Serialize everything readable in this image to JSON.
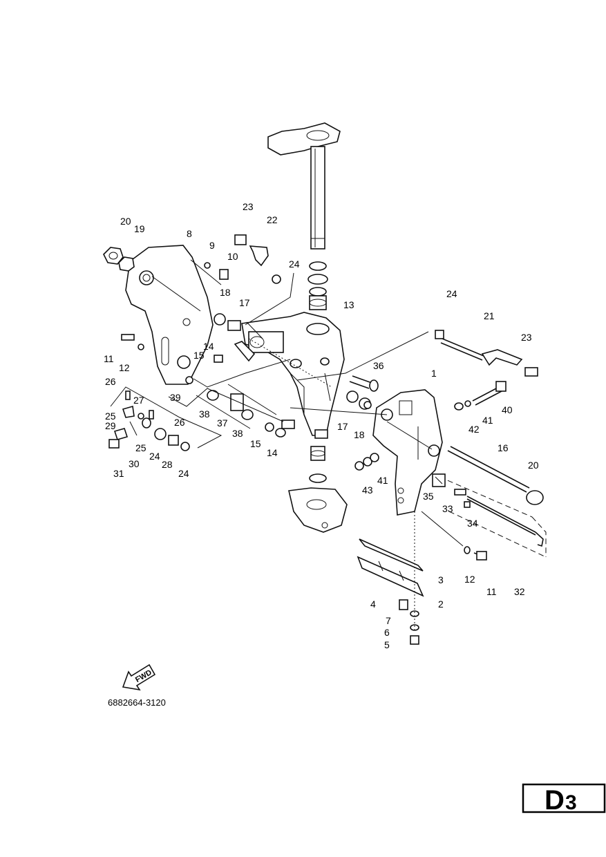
{
  "diagram": {
    "drawing_code": "6882664-3120",
    "page_badge": {
      "letter": "D",
      "number": "3"
    },
    "fwd_label": "FWD",
    "callouts": [
      "1",
      "2",
      "3",
      "4",
      "5",
      "6",
      "7",
      "8",
      "9",
      "10",
      "11",
      "12",
      "13",
      "14",
      "15",
      "16",
      "17",
      "18",
      "19",
      "20",
      "21",
      "22",
      "23",
      "24",
      "25",
      "26",
      "27",
      "28",
      "29",
      "30",
      "31",
      "32",
      "33",
      "34",
      "35",
      "36",
      "37",
      "38",
      "39",
      "40",
      "41",
      "42",
      "43"
    ]
  }
}
